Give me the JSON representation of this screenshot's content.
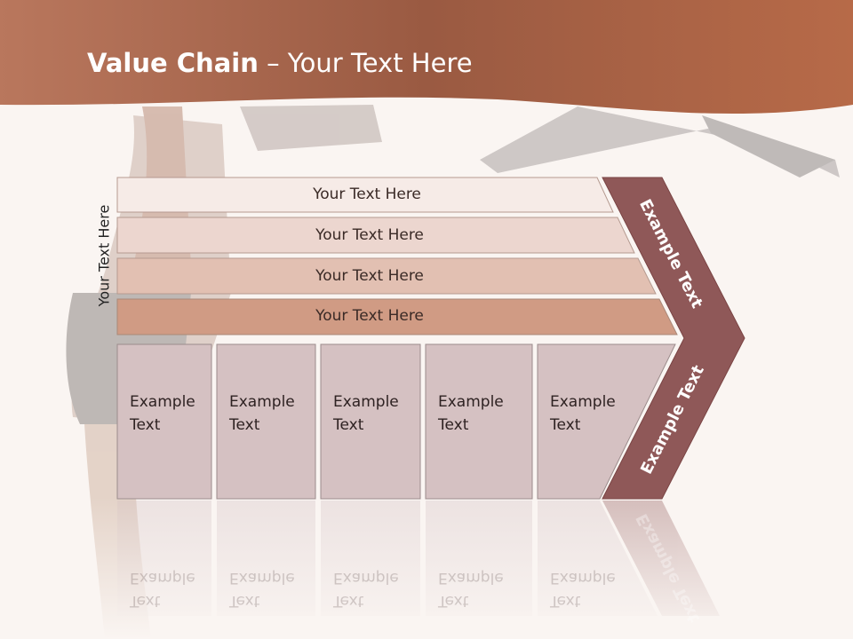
{
  "title": {
    "bold": "Value Chain",
    "rest": " – Your Text Here"
  },
  "side_label": "Your Text Here",
  "bands": [
    {
      "label": "Your Text Here",
      "color": "#f6ebe7"
    },
    {
      "label": "Your Text Here",
      "color": "#ecd6cf"
    },
    {
      "label": "Your Text Here",
      "color": "#e2c0b2"
    },
    {
      "label": "Your Text Here",
      "color": "#d09b84"
    }
  ],
  "boxes": [
    {
      "line1": "Example",
      "line2": "Text"
    },
    {
      "line1": "Example",
      "line2": "Text"
    },
    {
      "line1": "Example",
      "line2": "Text"
    },
    {
      "line1": "Example",
      "line2": "Text"
    },
    {
      "line1": "Example",
      "line2": "Text"
    }
  ],
  "arrow": {
    "upper_label": "Example Text",
    "lower_label": "Example Text",
    "color": "#8f5858"
  },
  "colors": {
    "header": "#a8634a",
    "box_fill": "#d5c1c2",
    "box_border": "#9c8c8c"
  }
}
